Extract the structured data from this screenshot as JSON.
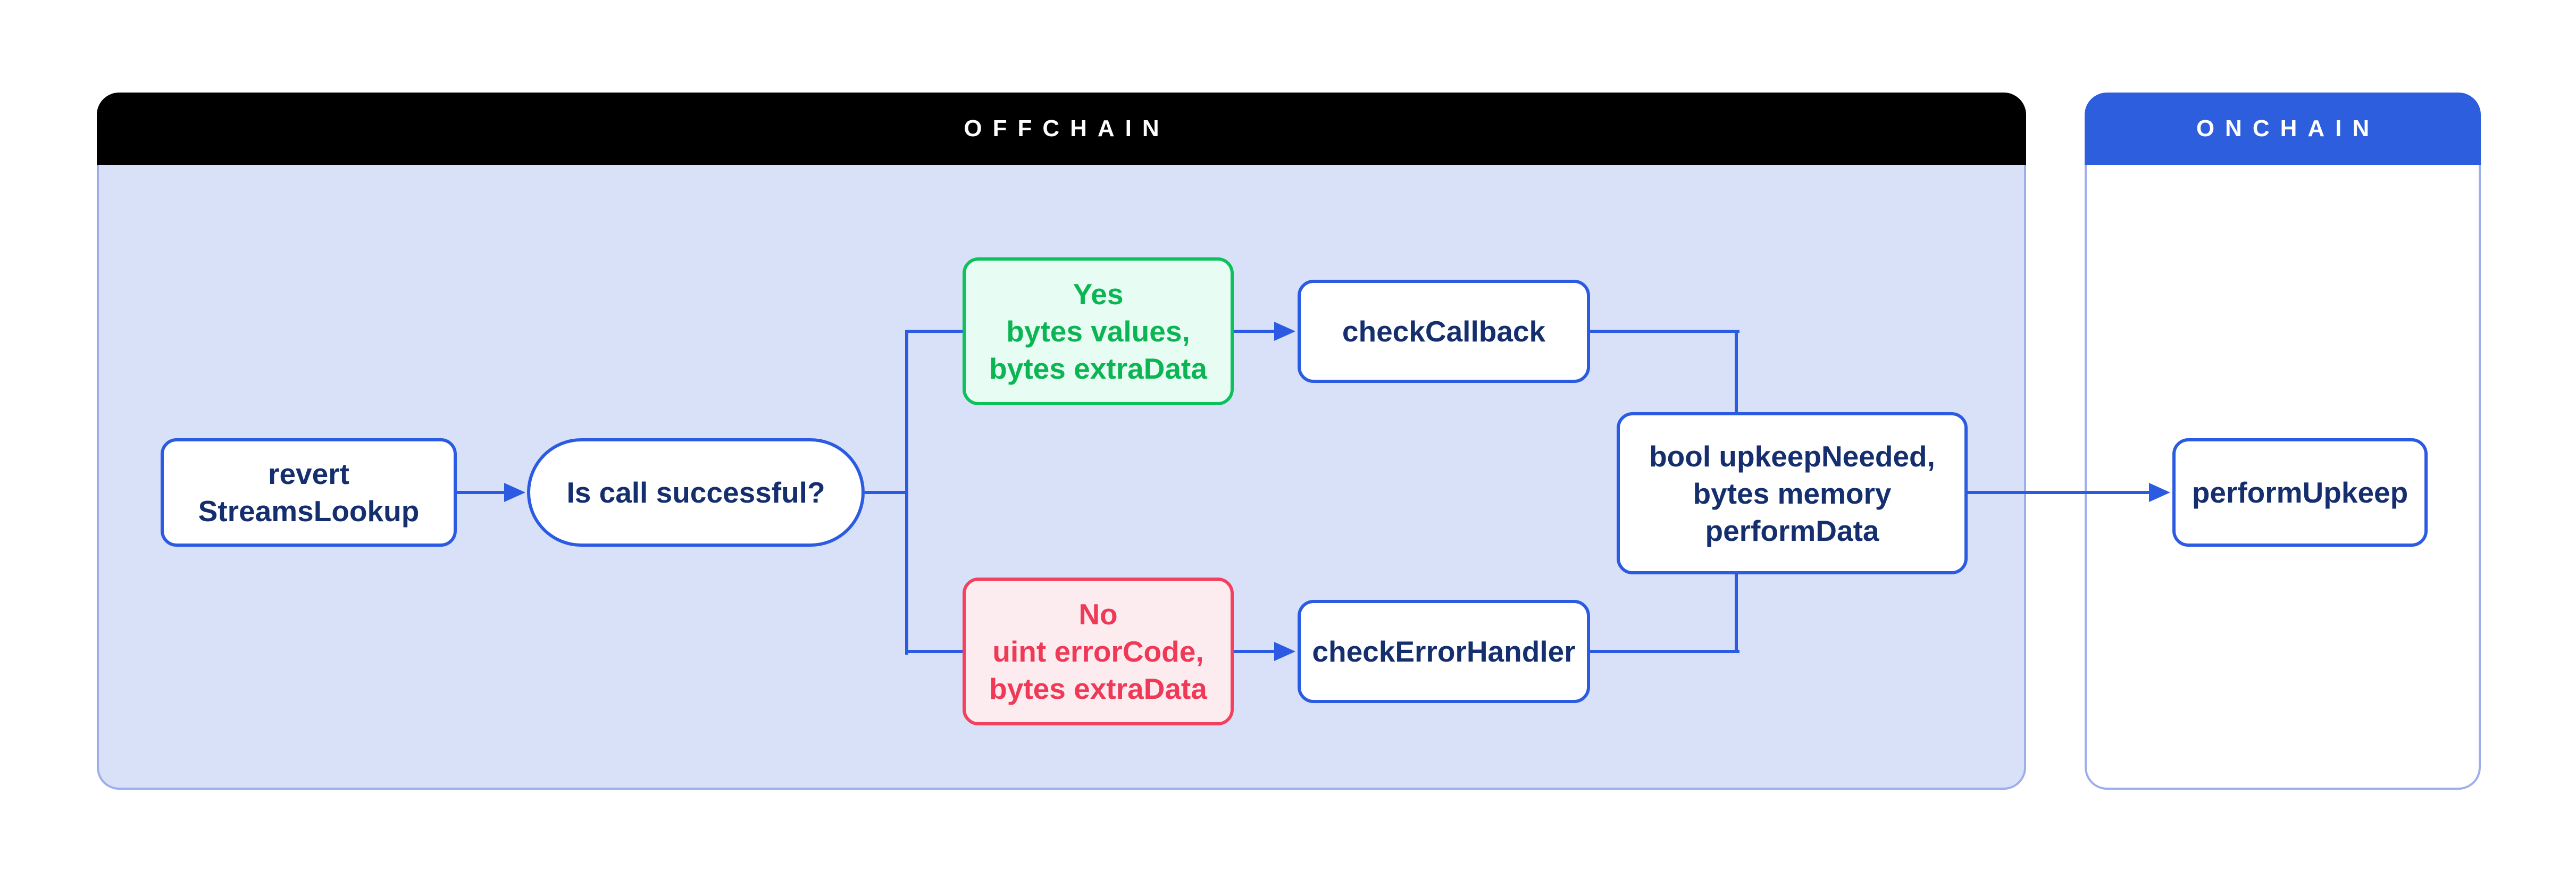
{
  "offchain": {
    "title": "OFFCHAIN"
  },
  "onchain": {
    "title": "ONCHAIN"
  },
  "nodes": {
    "revert": {
      "line1": "revert",
      "line2": "StreamsLookup"
    },
    "decision": {
      "label": "Is call successful?"
    },
    "yes": {
      "line1": "Yes",
      "line2": "bytes values,",
      "line3": "bytes extraData"
    },
    "no": {
      "line1": "No",
      "line2": "uint errorCode,",
      "line3": "bytes extraData"
    },
    "checkCallback": {
      "label": "checkCallback"
    },
    "checkErrorHandler": {
      "label": "checkErrorHandler"
    },
    "result": {
      "line1": "bool upkeepNeeded,",
      "line2": "bytes memory",
      "line3": "performData"
    },
    "performUpkeep": {
      "label": "performUpkeep"
    }
  },
  "colors": {
    "offchain-header-bg": "#000000",
    "offchain-body-bg": "#D8E1F8",
    "onchain-header-bg": "#2C5EDE",
    "container-border": "#9DAFEA",
    "header-text": "#FFFFFF",
    "node-border-blue": "#2B5BE2",
    "node-text-navy": "#152F6E",
    "connector-blue": "#2B5BE2",
    "yes-border": "#0CC05A",
    "yes-text": "#0CB553",
    "yes-bg": "#E7FCF2",
    "no-border": "#F43F5F",
    "no-text": "#EF3956",
    "no-bg": "#FDECEF",
    "canvas-bg": "#FFFFFF"
  }
}
